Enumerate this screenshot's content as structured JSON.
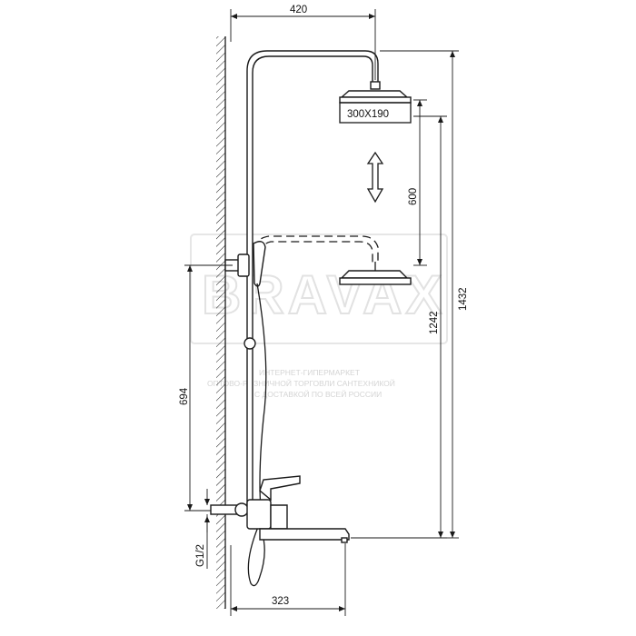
{
  "watermark": {
    "logo": "BRAVAX",
    "line1": "ИНТЕРНЕТ-ГИПЕРМАРКЕТ",
    "line2": "ОПТОВО-РОЗНИЧНОЙ ТОРГОВЛИ САНТЕХНИКОЙ",
    "line3": "С ДОСТАВКОЙ ПО ВСЕЙ РОССИИ"
  },
  "dimensions": {
    "top_width": "420",
    "head_size": "300X190",
    "height_adjust": "600",
    "total_height": "1432",
    "inlet_height": "1242",
    "bar_span": "694",
    "thread": "G1/2",
    "spout_reach": "323"
  }
}
